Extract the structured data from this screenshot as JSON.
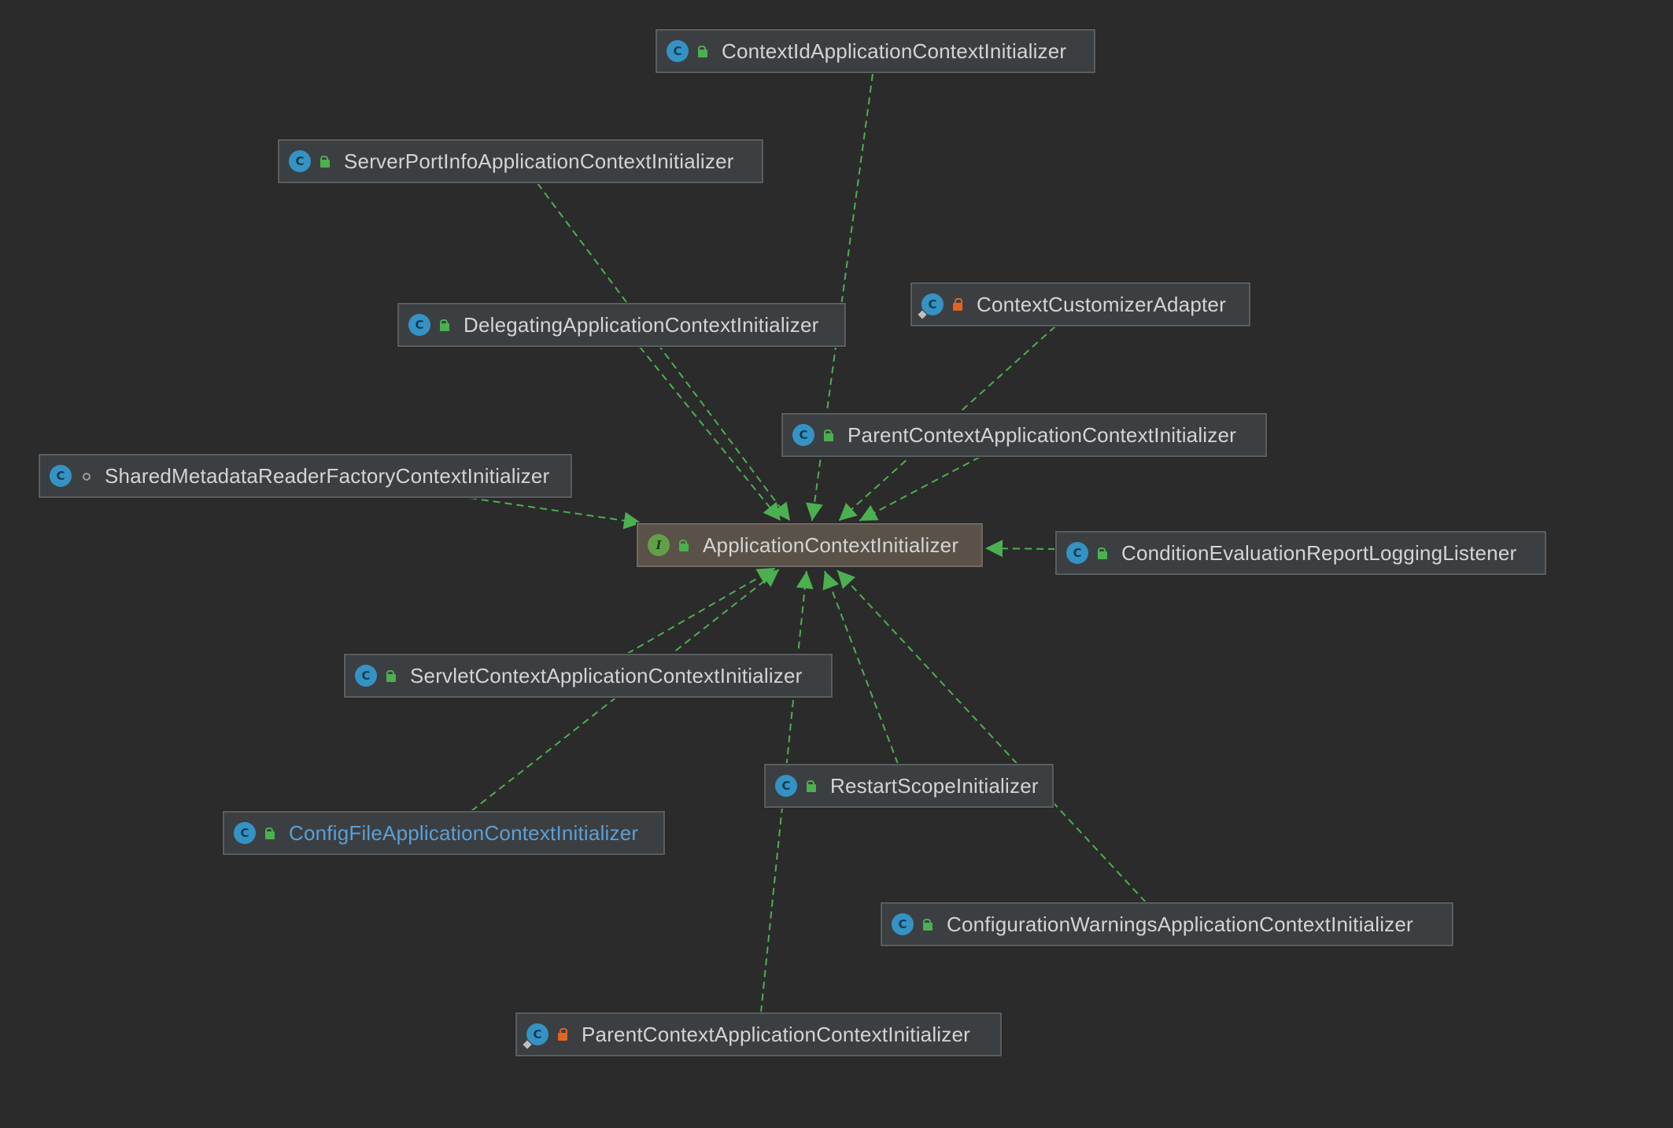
{
  "diagram": {
    "colors": {
      "background": "#2b2b2b",
      "edge": "#4caf50",
      "class_icon": "#3592c4",
      "interface_icon": "#62a048",
      "text": "#d4d4d4",
      "link_text": "#5b9fd6"
    },
    "root": {
      "id": "app-ctx-init",
      "label": "ApplicationContextInitializer",
      "kind_letter": "I",
      "kind": "interface",
      "visibility": "public"
    },
    "nodes": [
      {
        "id": "contextid",
        "label": "ContextIdApplicationContextInitializer",
        "kind_letter": "C",
        "kind": "class",
        "visibility": "public"
      },
      {
        "id": "serverport",
        "label": "ServerPortInfoApplicationContextInitializer",
        "kind_letter": "C",
        "kind": "class",
        "visibility": "public"
      },
      {
        "id": "delegating",
        "label": "DelegatingApplicationContextInitializer",
        "kind_letter": "C",
        "kind": "class",
        "visibility": "public"
      },
      {
        "id": "customizer",
        "label": "ContextCustomizerAdapter",
        "kind_letter": "C",
        "kind": "abstract-class",
        "visibility": "private"
      },
      {
        "id": "parentctx1",
        "label": "ParentContextApplicationContextInitializer",
        "kind_letter": "C",
        "kind": "class",
        "visibility": "public"
      },
      {
        "id": "sharedmeta",
        "label": "SharedMetadataReaderFactoryContextInitializer",
        "kind_letter": "C",
        "kind": "class",
        "visibility": "package"
      },
      {
        "id": "condeval",
        "label": "ConditionEvaluationReportLoggingListener",
        "kind_letter": "C",
        "kind": "class",
        "visibility": "public"
      },
      {
        "id": "servletctx",
        "label": "ServletContextApplicationContextInitializer",
        "kind_letter": "C",
        "kind": "class",
        "visibility": "public"
      },
      {
        "id": "restartscope",
        "label": "RestartScopeInitializer",
        "kind_letter": "C",
        "kind": "class",
        "visibility": "public"
      },
      {
        "id": "configfile",
        "label": "ConfigFileApplicationContextInitializer",
        "kind_letter": "C",
        "kind": "class",
        "visibility": "public",
        "link": true
      },
      {
        "id": "configwarn",
        "label": "ConfigurationWarningsApplicationContextInitializer",
        "kind_letter": "C",
        "kind": "class",
        "visibility": "public"
      },
      {
        "id": "parentctx2",
        "label": "ParentContextApplicationContextInitializer",
        "kind_letter": "C",
        "kind": "abstract-class",
        "visibility": "private"
      }
    ],
    "edges": [
      {
        "from": "contextid",
        "to": "app-ctx-init",
        "style": "dashed",
        "arrow": "realization"
      },
      {
        "from": "serverport",
        "to": "app-ctx-init",
        "style": "dashed",
        "arrow": "realization"
      },
      {
        "from": "delegating",
        "to": "app-ctx-init",
        "style": "dashed",
        "arrow": "realization"
      },
      {
        "from": "customizer",
        "to": "app-ctx-init",
        "style": "dashed",
        "arrow": "realization"
      },
      {
        "from": "parentctx1",
        "to": "app-ctx-init",
        "style": "dashed",
        "arrow": "realization"
      },
      {
        "from": "sharedmeta",
        "to": "app-ctx-init",
        "style": "dashed",
        "arrow": "realization"
      },
      {
        "from": "condeval",
        "to": "app-ctx-init",
        "style": "dashed",
        "arrow": "realization"
      },
      {
        "from": "servletctx",
        "to": "app-ctx-init",
        "style": "dashed",
        "arrow": "realization"
      },
      {
        "from": "restartscope",
        "to": "app-ctx-init",
        "style": "dashed",
        "arrow": "realization"
      },
      {
        "from": "configfile",
        "to": "app-ctx-init",
        "style": "dashed",
        "arrow": "realization"
      },
      {
        "from": "configwarn",
        "to": "app-ctx-init",
        "style": "dashed",
        "arrow": "realization"
      },
      {
        "from": "parentctx2",
        "to": "app-ctx-init",
        "style": "dashed",
        "arrow": "realization"
      }
    ]
  }
}
